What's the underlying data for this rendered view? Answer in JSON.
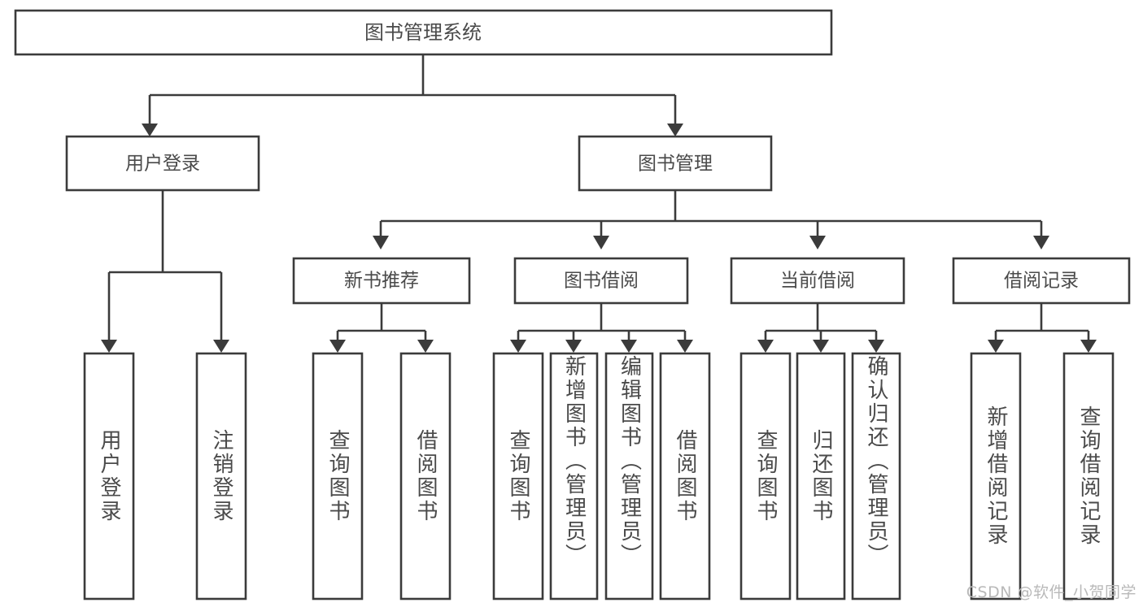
{
  "diagram": {
    "title": "图书管理系统",
    "type": "tree-hierarchy",
    "root": {
      "id": "root",
      "label": "图书管理系统"
    },
    "level2": [
      {
        "id": "user-login",
        "label": "用户登录"
      },
      {
        "id": "book-manage",
        "label": "图书管理"
      }
    ],
    "level3": [
      {
        "id": "new-book-rec",
        "label": "新书推荐",
        "parent": "book-manage"
      },
      {
        "id": "book-borrow",
        "label": "图书借阅",
        "parent": "book-manage"
      },
      {
        "id": "current-borrow",
        "label": "当前借阅",
        "parent": "book-manage"
      },
      {
        "id": "borrow-record",
        "label": "借阅记录",
        "parent": "book-manage"
      }
    ],
    "leaves": {
      "user-login": [
        {
          "id": "leaf-user-login",
          "label": "用户登录"
        },
        {
          "id": "leaf-logout",
          "label": "注销登录"
        }
      ],
      "new-book-rec": [
        {
          "id": "leaf-query-book-1",
          "label": "查询图书"
        },
        {
          "id": "leaf-borrow-book-1",
          "label": "借阅图书"
        }
      ],
      "book-borrow": [
        {
          "id": "leaf-query-book-2",
          "label": "查询图书"
        },
        {
          "id": "leaf-add-book",
          "label": "新增图书（管理员）"
        },
        {
          "id": "leaf-edit-book",
          "label": "编辑图书（管理员）"
        },
        {
          "id": "leaf-borrow-book-2",
          "label": "借阅图书"
        }
      ],
      "current-borrow": [
        {
          "id": "leaf-query-book-3",
          "label": "查询图书"
        },
        {
          "id": "leaf-return-book",
          "label": "归还图书"
        },
        {
          "id": "leaf-confirm-return",
          "label": "确认归还（管理员）"
        }
      ],
      "borrow-record": [
        {
          "id": "leaf-add-record",
          "label": "新增借阅记录"
        },
        {
          "id": "leaf-query-record",
          "label": "查询借阅记录"
        }
      ]
    }
  },
  "watermark": {
    "text": "CSDN @软件_小贺同学"
  },
  "colors": {
    "stroke": "#3b3b3b",
    "text": "#4a4a4a",
    "background": "#ffffff",
    "watermark": "#b9b9b9"
  }
}
